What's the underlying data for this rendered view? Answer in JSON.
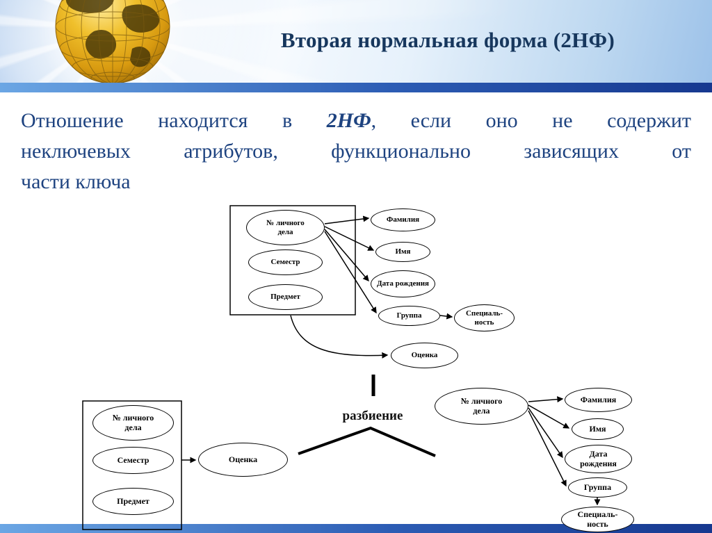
{
  "header": {
    "title": "Вторая нормальная форма (2НФ)"
  },
  "body": {
    "line1_pre": "Отношение находится в",
    "line1_em": "2НФ",
    "line1_post": ", если оно не содержит",
    "line2": "неключевых атрибутов, функционально зависящих от",
    "line3": "части ключа"
  },
  "diagram": {
    "original": {
      "key_box": [
        "№ личного дела",
        "Семестр",
        "Предмет"
      ],
      "dependents": [
        "Фамилия",
        "Имя",
        "Дата рождения",
        "Группа"
      ],
      "specialty": "Специаль- ность",
      "grade": "Оценка"
    },
    "split_label": "разбиение",
    "result_left": {
      "key_box": [
        "№ личного дела",
        "Семестр",
        "Предмет"
      ],
      "grade": "Оценка"
    },
    "result_right": {
      "key": "№ личного дела",
      "dependents": [
        "Фамилия",
        "Имя",
        "Дата рождения",
        "Группа"
      ],
      "specialty": "Специаль- ность"
    }
  },
  "theme": {
    "title_color": "#17375d",
    "body_color": "#1e4380",
    "bar_left": "#6ba6e4",
    "bar_right": "#16388f",
    "globe_gold": "#e8b41f",
    "diagram_ink": "#000000"
  }
}
